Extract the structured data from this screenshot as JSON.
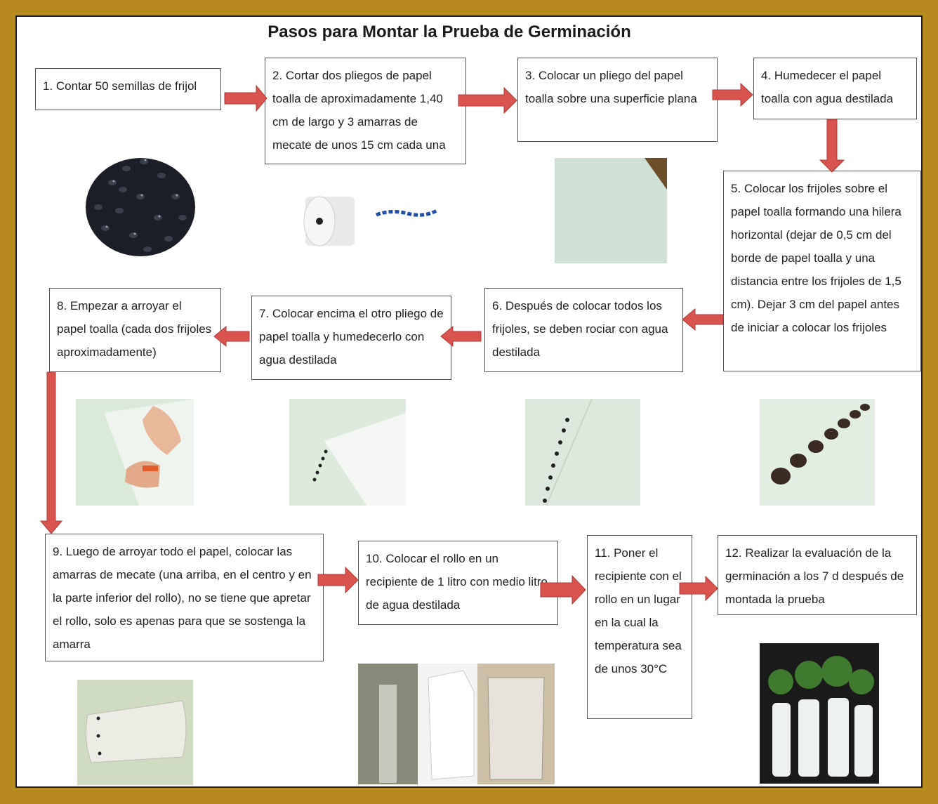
{
  "title": "Pasos para Montar la Prueba de Germinación",
  "colors": {
    "frame": "#b78a1f",
    "arrow": "#d9534f",
    "arrow_stroke": "#b03a35",
    "box_border": "#555555"
  },
  "steps": {
    "s1": "1. Contar 50 semillas de frijol",
    "s2": "2. Cortar dos pliegos de papel toalla de aproximadamente 1,40 cm de largo y 3 amarras de mecate de unos 15 cm cada una",
    "s3": "3. Colocar un pliego del papel toalla sobre una superficie plana",
    "s4": "4. Humedecer el papel toalla con agua destilada",
    "s5": "5. Colocar los frijoles sobre el papel toalla formando una hilera horizontal (dejar de 0,5 cm del borde de papel toalla y una distancia entre los frijoles de 1,5 cm). Dejar 3 cm del papel antes de iniciar a colocar los frijoles",
    "s6": "6. Después de colocar todos los frijoles, se deben rociar con agua destilada",
    "s7": "7. Colocar encima el otro pliego de papel toalla y humedecerlo con agua destilada",
    "s8": "8. Empezar a arroyar el papel toalla (cada dos frijoles aproximadamente)",
    "s9": "9. Luego de arroyar todo el papel, colocar las amarras de mecate (una arriba, en el centro y en la parte inferior del rollo), no se tiene que apretar el rollo, solo es apenas para que se sostenga la amarra",
    "s10": "10. Colocar el rollo en un recipiente de 1 litro con medio litro de agua destilada",
    "s11": "11. Poner el recipiente con el rollo en un lugar en la cual la temperatura sea de unos 30°C",
    "s12": "12. Realizar la evaluación de la germinación a los 7 d después de montada la prueba"
  }
}
